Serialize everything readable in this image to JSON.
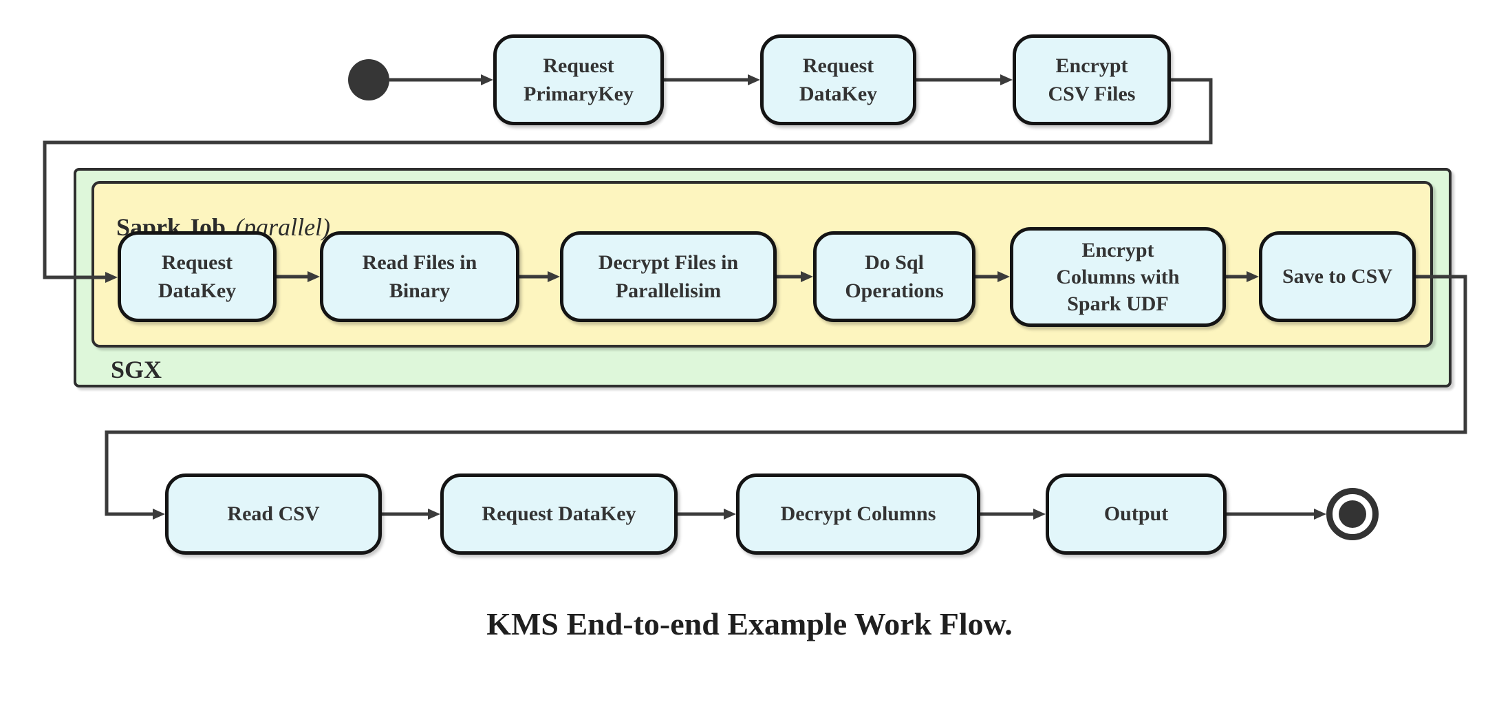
{
  "diagram": {
    "caption": "KMS End-to-end Example Work Flow.",
    "icons": {
      "start_node": "filled-circle-initial-state",
      "end_node": "ringed-circle-final-state"
    },
    "colors": {
      "activity_fill": "#e2f6fa",
      "activity_border": "#141414",
      "sgx_fill": "#def7da",
      "spark_fill": "#fdf5bf",
      "connector": "#3b3b3b",
      "text": "#333333"
    },
    "top_row": [
      {
        "label": "Request\nPrimaryKey"
      },
      {
        "label": "Request\nDataKey"
      },
      {
        "label": "Encrypt\nCSV Files"
      }
    ],
    "sgx": {
      "label": "SGX",
      "spark": {
        "title": "Saprk Job",
        "title_note": "(parallel)",
        "nodes": [
          {
            "label": "Request\nDataKey"
          },
          {
            "label": "Read Files in\nBinary"
          },
          {
            "label": "Decrypt Files in\nParallelisim"
          },
          {
            "label": "Do Sql\nOperations"
          },
          {
            "label": "Encrypt\nColumns with\nSpark UDF"
          },
          {
            "label": "Save to CSV"
          }
        ]
      }
    },
    "bottom_row": [
      {
        "label": "Read CSV"
      },
      {
        "label": "Request DataKey"
      },
      {
        "label": "Decrypt Columns"
      },
      {
        "label": "Output"
      }
    ]
  }
}
